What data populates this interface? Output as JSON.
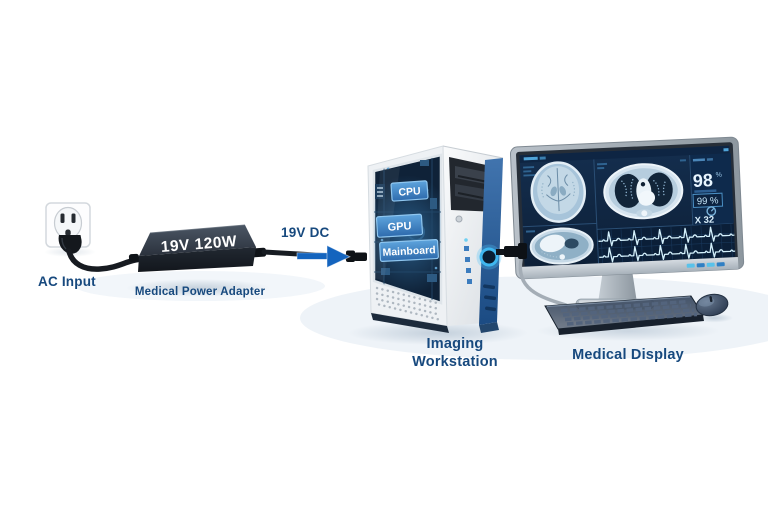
{
  "labels": {
    "ac_input": "AC Input",
    "power_adapter": "Medical Power Adapter",
    "adapter_rating": "19V 120W",
    "dc_output": "19V DC",
    "workstation_line1": "Imaging",
    "workstation_line2": "Workstation",
    "display": "Medical Display"
  },
  "workstation": {
    "components": [
      "CPU",
      "GPU",
      "Mainboard"
    ]
  },
  "display_panel": {
    "vitals": {
      "primary_value": "98",
      "primary_unit": "%",
      "secondary_value": "99 %",
      "rate_value": "X 32"
    }
  },
  "colors": {
    "label_text": "#17497E",
    "arrow_blue": "#1464BE",
    "tower_accent": "#2E5F96",
    "power_led": "#3FB7EF",
    "screen_background": "#10253F",
    "component_chip": "#3F7FC4",
    "adapter_body": "#262E39"
  }
}
